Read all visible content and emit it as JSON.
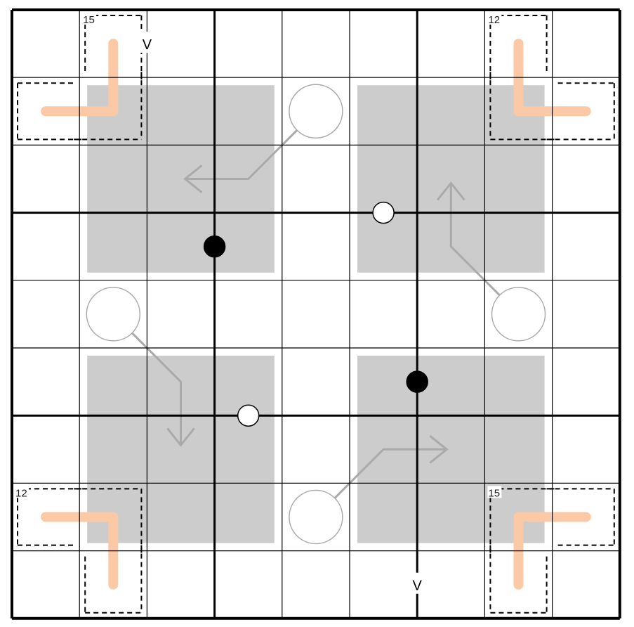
{
  "puzzle": {
    "size": 9,
    "colors": {
      "shade": "#cccccc",
      "line": "#fcc9a6",
      "arrow": "#aaaaaa",
      "grid": "#000000"
    },
    "shaded_boxes": [
      {
        "rows": [
          1,
          3
        ],
        "cols": [
          1,
          3
        ]
      },
      {
        "rows": [
          1,
          3
        ],
        "cols": [
          5,
          7
        ]
      },
      {
        "rows": [
          5,
          7
        ],
        "cols": [
          1,
          3
        ]
      },
      {
        "rows": [
          5,
          7
        ],
        "cols": [
          5,
          7
        ]
      }
    ],
    "cages": [
      {
        "sum": "15",
        "cells": [
          [
            0,
            1
          ],
          [
            1,
            0
          ],
          [
            1,
            1
          ]
        ]
      },
      {
        "sum": "12",
        "cells": [
          [
            0,
            7
          ],
          [
            1,
            7
          ],
          [
            1,
            8
          ]
        ]
      },
      {
        "sum": "12",
        "cells": [
          [
            7,
            0
          ],
          [
            7,
            1
          ],
          [
            8,
            1
          ]
        ]
      },
      {
        "sum": "15",
        "cells": [
          [
            7,
            7
          ],
          [
            7,
            8
          ],
          [
            8,
            7
          ]
        ]
      }
    ],
    "lines": [
      [
        [
          0,
          1
        ],
        [
          1,
          1
        ],
        [
          1,
          0
        ]
      ],
      [
        [
          0,
          7
        ],
        [
          1,
          7
        ],
        [
          1,
          8
        ]
      ],
      [
        [
          7,
          0
        ],
        [
          7,
          1
        ],
        [
          8,
          1
        ]
      ],
      [
        [
          7,
          8
        ],
        [
          7,
          7
        ],
        [
          8,
          7
        ]
      ]
    ],
    "arrows": [
      {
        "bulb": [
          1,
          4
        ],
        "path": [
          [
            1,
            4
          ],
          [
            2,
            3
          ],
          [
            2,
            2
          ]
        ]
      },
      {
        "bulb": [
          4,
          1
        ],
        "path": [
          [
            4,
            1
          ],
          [
            5,
            2
          ],
          [
            6,
            2
          ]
        ]
      },
      {
        "bulb": [
          4,
          7
        ],
        "path": [
          [
            4,
            7
          ],
          [
            3,
            6
          ],
          [
            2,
            6
          ]
        ]
      },
      {
        "bulb": [
          7,
          4
        ],
        "path": [
          [
            7,
            4
          ],
          [
            6,
            5
          ],
          [
            6,
            6
          ]
        ]
      }
    ],
    "dots": [
      {
        "color": "black",
        "cells": [
          [
            3,
            2
          ],
          [
            3,
            3
          ]
        ]
      },
      {
        "color": "white",
        "cells": [
          [
            2,
            5
          ],
          [
            3,
            5
          ]
        ]
      },
      {
        "color": "white",
        "cells": [
          [
            5,
            3
          ],
          [
            6,
            3
          ]
        ]
      },
      {
        "color": "black",
        "cells": [
          [
            5,
            5
          ],
          [
            5,
            6
          ]
        ]
      }
    ],
    "v_clues": [
      {
        "label": "V",
        "cells": [
          [
            0,
            1
          ],
          [
            0,
            2
          ]
        ]
      },
      {
        "label": "V",
        "cells": [
          [
            8,
            5
          ],
          [
            8,
            6
          ]
        ]
      }
    ]
  }
}
